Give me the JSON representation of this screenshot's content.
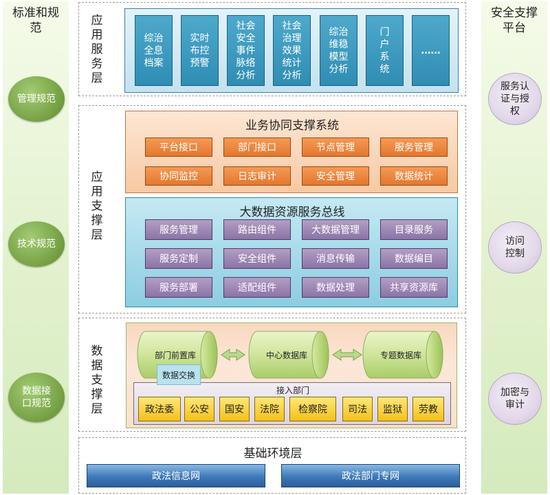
{
  "left_column": {
    "title": "标准和规范",
    "items": [
      "管理规范",
      "技术规范",
      "数据接口规范"
    ]
  },
  "right_column": {
    "title": "安全支撑平台",
    "items": [
      "服务认证与授权",
      "访问控制",
      "加密与审计"
    ]
  },
  "layers": {
    "app_service": {
      "label": "应用服务层",
      "boxes": [
        "综治全息档案",
        "实时布控预警",
        "社会安全事件脉络分析",
        "社会治理效果统计分析",
        "综治维稳模型分析",
        "门户系统",
        "……"
      ]
    },
    "app_support": {
      "label": "应用支撑层",
      "collab": {
        "title": "业务协同支撑系统",
        "items": [
          "平台接口",
          "部门接口",
          "节点管理",
          "服务管理",
          "协同监控",
          "日志审计",
          "安全管理",
          "数据统计"
        ]
      },
      "bus": {
        "title": "大数据资源服务总线",
        "items": [
          "服务管理",
          "路由组件",
          "大数据管理",
          "目录服务",
          "服务定制",
          "安全组件",
          "消息传输",
          "数据编目",
          "服务部署",
          "适配组件",
          "数据处理",
          "共享资源库"
        ]
      }
    },
    "data_support": {
      "label": "数据支撑层",
      "databases": [
        "部门前置库",
        "中心数据库",
        "专题数据库"
      ],
      "exchange_label": "数据交换",
      "access": {
        "title": "接入部门",
        "depts": [
          "政法委",
          "公安",
          "国安",
          "法院",
          "检察院",
          "司法",
          "监狱",
          "劳教"
        ]
      }
    },
    "infra": {
      "title": "基础环境层",
      "networks": [
        "政法信息网",
        "政法部门专网"
      ]
    }
  },
  "colors": {
    "side_green": "#7ea84c",
    "side_purple": "#e3d8ea",
    "app_box_blue": "#2f8db4",
    "orange_box": "#e4772e",
    "purple_box": "#8c73a6",
    "yellow_box": "#f3c218",
    "network_blue": "#3e79b8"
  }
}
